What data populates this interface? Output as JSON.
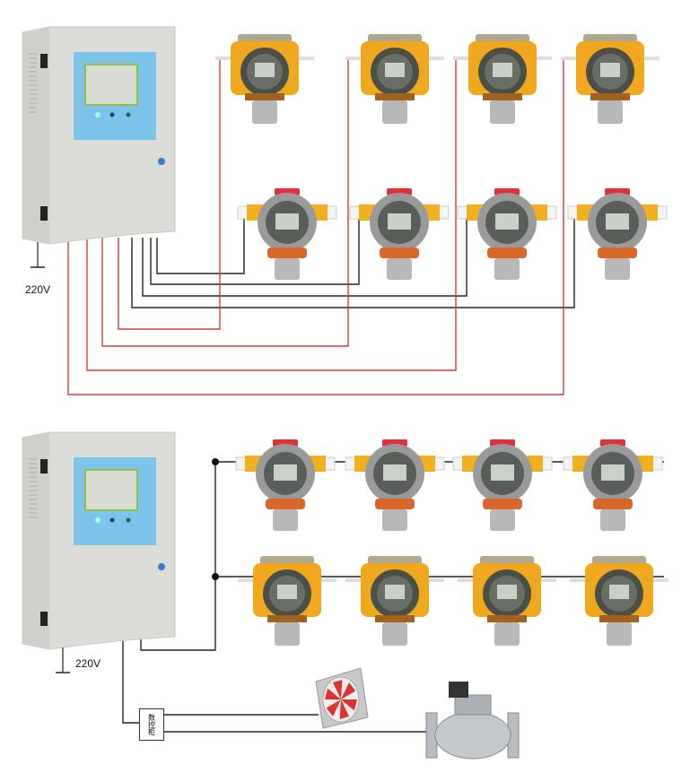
{
  "diagram": {
    "top_system": {
      "power_label": "220V",
      "controller": "controller",
      "detectors_row1": 4,
      "detectors_row2": 4,
      "wiring": "star"
    },
    "bottom_system": {
      "power_label": "220V",
      "relay_box_label": "数控柜",
      "detectors_row1": 4,
      "detectors_row2": 4,
      "wiring": "bus",
      "outputs": [
        "fan",
        "solenoid-valve"
      ]
    },
    "colors": {
      "signal_wire": "#e03a3a",
      "power_wire": "#222222",
      "panel_screen": "#7ec4ea",
      "detector_yellow": "#f0a81e",
      "detector_grey": "#9a9a9a"
    }
  }
}
